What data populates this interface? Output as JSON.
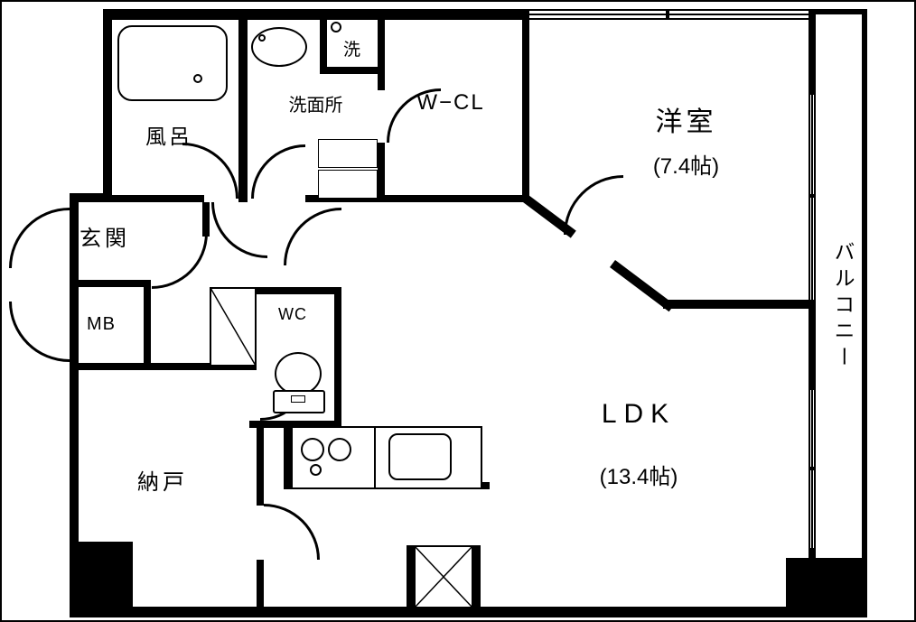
{
  "rooms": {
    "bath": {
      "label": "風呂"
    },
    "washroom": {
      "label": "洗面所"
    },
    "laundry": {
      "label": "洗"
    },
    "walk_in_closet": {
      "label": "W−CL"
    },
    "western_room": {
      "label": "洋室",
      "size": "(7.4帖)"
    },
    "balcony": {
      "label": "バルコニー"
    },
    "entrance": {
      "label": "玄関"
    },
    "meter_box": {
      "label": "MB"
    },
    "wc": {
      "label": "WC"
    },
    "storage": {
      "label": "納戸"
    },
    "ldk": {
      "label": "LDK",
      "size": "(13.4帖)"
    }
  },
  "colors": {
    "wall": "#000000",
    "floor": "#ffffff"
  }
}
